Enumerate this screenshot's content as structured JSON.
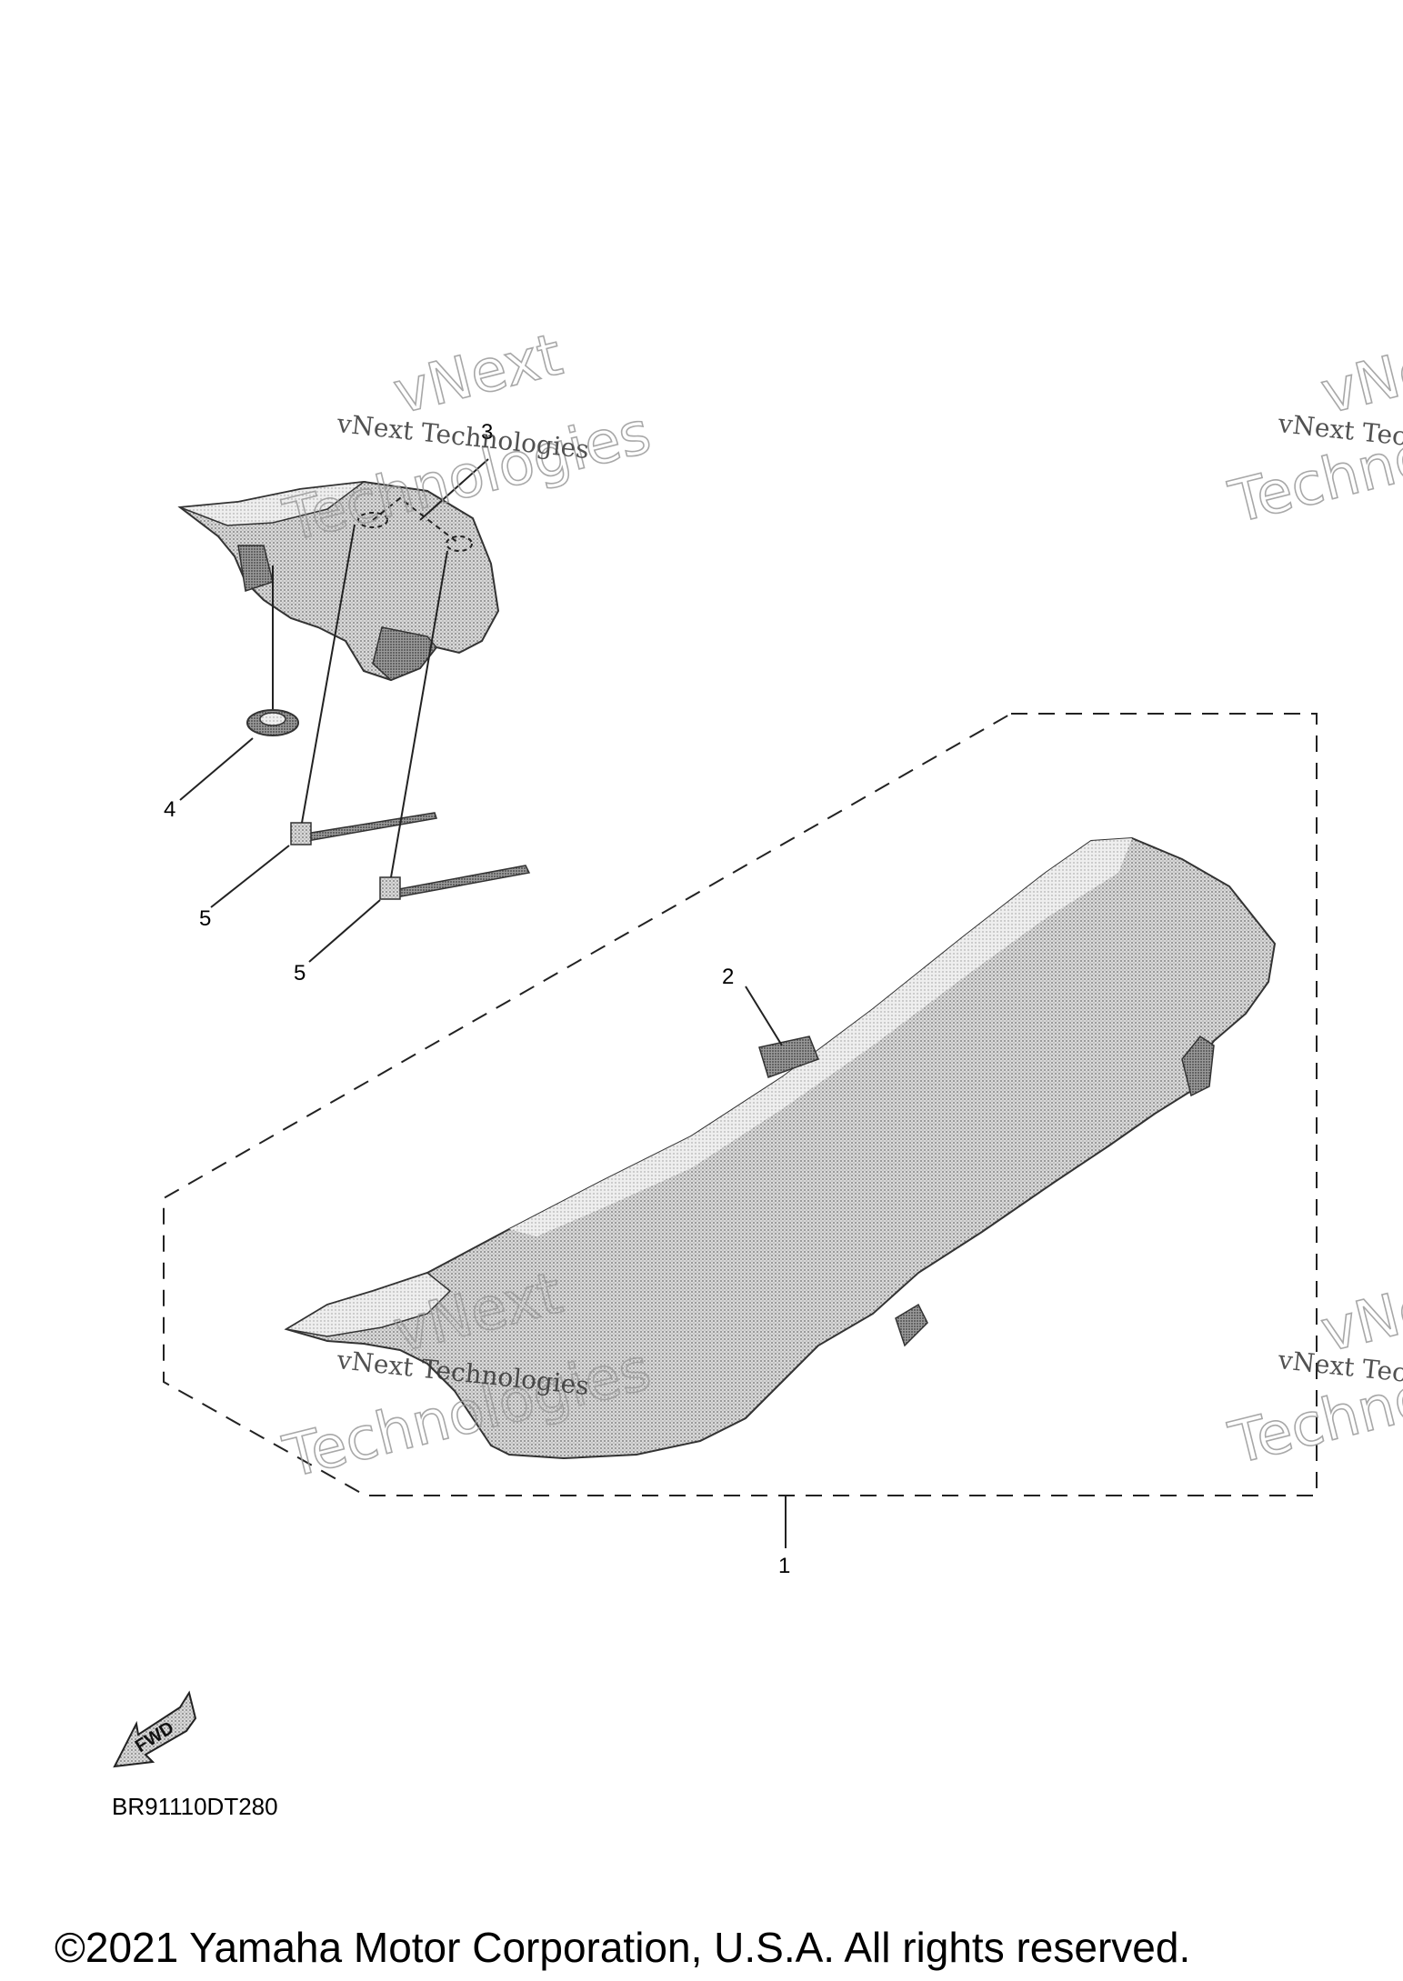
{
  "callouts": {
    "c1": "1",
    "c2": "2",
    "c3": "3",
    "c4": "4",
    "c5a": "5",
    "c5b": "5"
  },
  "fwd_label": "FWD",
  "watermark": {
    "line": "vNext Technologies",
    "outline_1": "vNext",
    "outline_2": "Technologies"
  },
  "diagram_code": "BR91110DT280",
  "copyright": "©2021 Yamaha Motor Corporation, U.S.A. All rights reserved."
}
